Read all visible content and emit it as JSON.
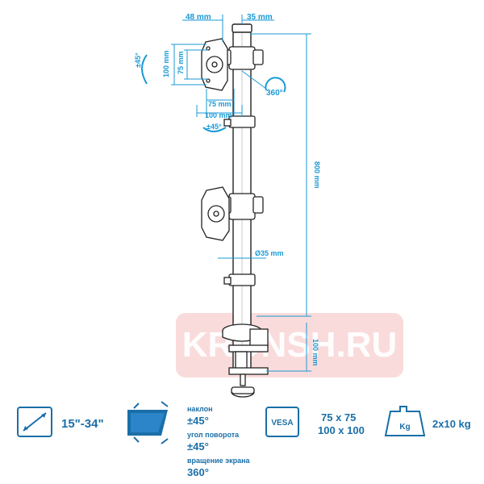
{
  "dimensions": {
    "top_offset_left": "48 mm",
    "top_offset_right": "35 mm",
    "vesa_height_outer": "100 mm",
    "vesa_height_inner": "75 mm",
    "vesa_width_inner": "75 mm",
    "vesa_width_outer": "100 mm",
    "tilt_angle": "±45°",
    "swivel_angle": "±45°",
    "rotation_angle": "360°",
    "pole_height": "800 mm",
    "pole_diameter": "Ø35 mm",
    "clamp_depth": "100 mm"
  },
  "watermark": "KRONSH.RU",
  "specs": {
    "screen_size": "15\"-34\"",
    "tilt_label": "наклон",
    "tilt_value": "±45°",
    "swivel_label": "угол поворота",
    "swivel_value": "±45°",
    "rotation_label": "вращение экрана",
    "rotation_value": "360°",
    "vesa_badge": "VESA",
    "vesa_value_1": "75 x 75",
    "vesa_value_2": "100 x 100",
    "weight_badge": "Kg",
    "weight_value": "2x10 kg"
  },
  "colors": {
    "accent": "#1a9ad6",
    "spec_blue": "#1a6fa8",
    "outline": "#222222",
    "watermark": "#e85a5a"
  }
}
